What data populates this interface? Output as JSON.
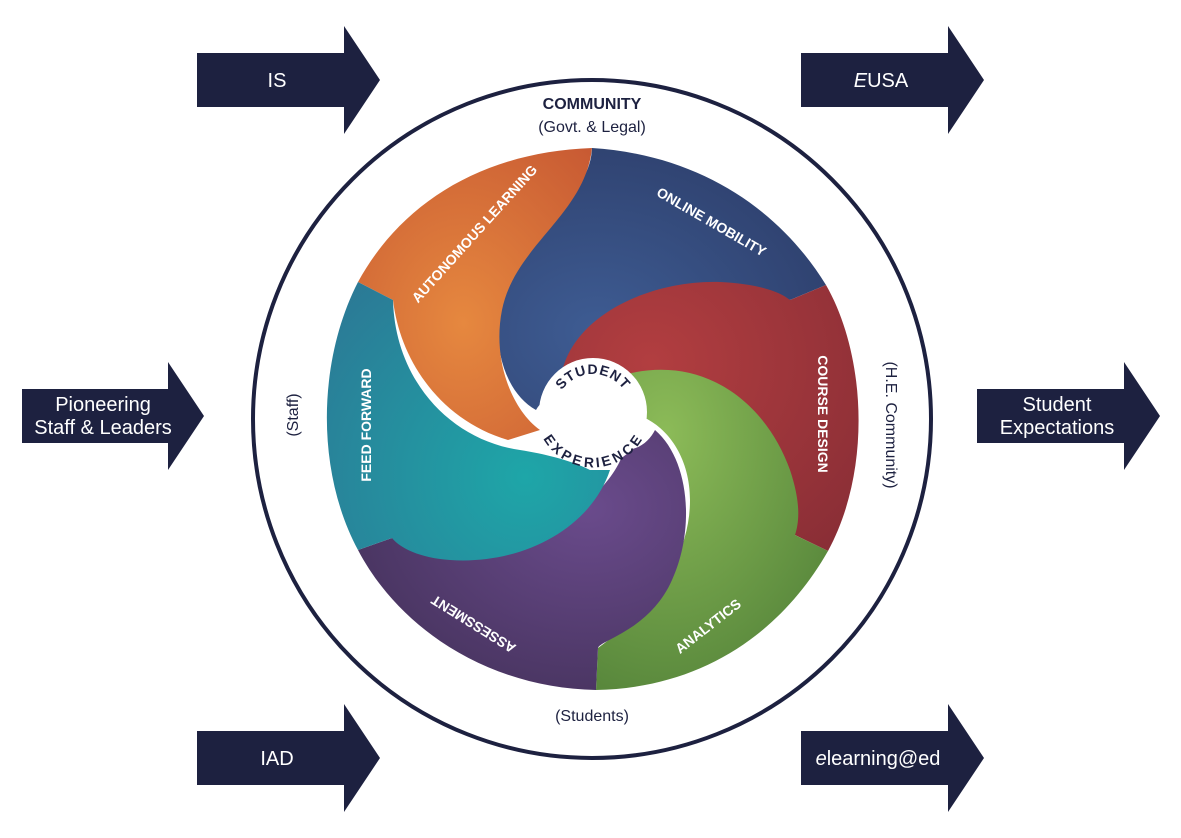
{
  "arrows": {
    "top_left": "IS",
    "top_right_italic": "E",
    "top_right": "USA",
    "mid_left_line1": "Pioneering",
    "mid_left_line2": "Staff & Leaders",
    "mid_right_line1": "Student",
    "mid_right_line2": "Expectations",
    "bottom_left": "IAD",
    "bottom_right_italic": "e",
    "bottom_right": "learning@ed"
  },
  "ring": {
    "top_title": "COMMUNITY",
    "top_sub": "(Govt. & Legal)",
    "left": "(Staff)",
    "right": "(H.E. Community)",
    "bottom": "(Students)"
  },
  "segments": {
    "autonomous_learning": "AUTONOMOUS LEARNING",
    "online_mobility": "ONLINE MOBILITY",
    "course_design": "COURSE DESIGN",
    "analytics": "ANALYTICS",
    "assessment": "ASSESSMENT",
    "feed_forward": "FEED FORWARD"
  },
  "hub": {
    "line1": "STUDENT",
    "line2": "EXPERIENCE"
  },
  "colors": {
    "arrow": "#1d2140",
    "ring_stroke": "#1d2140",
    "autonomous_learning": "#d2643a",
    "online_mobility": "#34497a",
    "course_design": "#9b3238",
    "analytics": "#5e8e3a",
    "assessment": "#4d3566",
    "feed_forward": "#23889a"
  }
}
